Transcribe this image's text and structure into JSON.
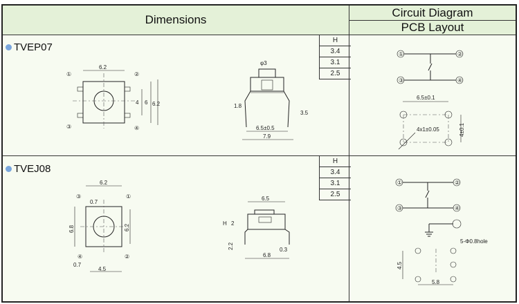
{
  "header": {
    "dimensions": "Dimensions",
    "circuit_diagram": "Circuit Diagram",
    "pcb_layout": "PCB Layout"
  },
  "products": [
    {
      "model": "TVEP07",
      "height_table": {
        "header": "H",
        "values": [
          "3.4",
          "3.1",
          "2.5"
        ]
      },
      "top_view": {
        "pins": [
          "①",
          "②",
          "③",
          "④"
        ],
        "dims": [
          "6.2",
          "4",
          "6",
          "6.2"
        ]
      },
      "side_view": {
        "dims": [
          "φ3",
          "1.8",
          "3.5",
          "6.5±0.5",
          "7.9"
        ]
      },
      "circuit": {
        "pins": [
          "①",
          "②",
          "③",
          "④"
        ]
      },
      "pcb": {
        "dims": [
          "6.5±0.1",
          "4x1±0.05",
          "4±0.1"
        ]
      }
    },
    {
      "model": "TVEJ08",
      "height_table": {
        "header": "H",
        "values": [
          "3.4",
          "3.1",
          "2.5"
        ]
      },
      "top_view": {
        "pins": [
          "③",
          "①",
          "④",
          "②"
        ],
        "dims": [
          "6.2",
          "0.7",
          "6.8",
          "6.2",
          "0.7",
          "4.5"
        ]
      },
      "side_view": {
        "dims": [
          "6.5",
          "H",
          "2",
          "2.2",
          "0.3",
          "6.8"
        ]
      },
      "circuit": {
        "pins": [
          "①",
          "②",
          "③",
          "④"
        ]
      },
      "pcb": {
        "dims": [
          "5-Φ0.8hole",
          "4.5",
          "5.8"
        ]
      }
    }
  ],
  "colors": {
    "header_bg": "#e4f1d8",
    "body_bg": "#f7fbf1",
    "bullet": "#7aa6dd"
  }
}
